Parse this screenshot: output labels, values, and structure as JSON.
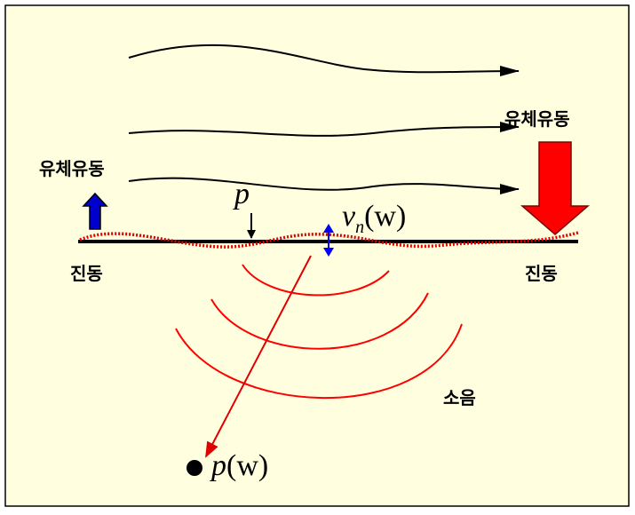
{
  "labels": {
    "flow_left": "유체유동",
    "flow_right": "유체유동",
    "vibration_left": "진동",
    "vibration_right": "진동",
    "noise": "소음",
    "pressure": "p",
    "velocity_main": "v",
    "velocity_sub": "n",
    "velocity_arg": "(w)",
    "pressure_far": "p",
    "pressure_far_arg": "(w)"
  },
  "colors": {
    "background": "#ffffe0",
    "border": "#000000",
    "flow_lines": "#000000",
    "vibration_wave": "#e00000",
    "noise_waves": "#ff0000",
    "arrow_up": "#0000cc",
    "arrow_down": "#ff0000",
    "velocity_arrow": "#0000ff"
  },
  "icons": {
    "up_arrow": "blue-up-arrow-icon",
    "down_arrow": "red-down-arrow-icon",
    "double_arrow": "blue-double-arrow-icon",
    "point": "receiver-point-icon"
  }
}
